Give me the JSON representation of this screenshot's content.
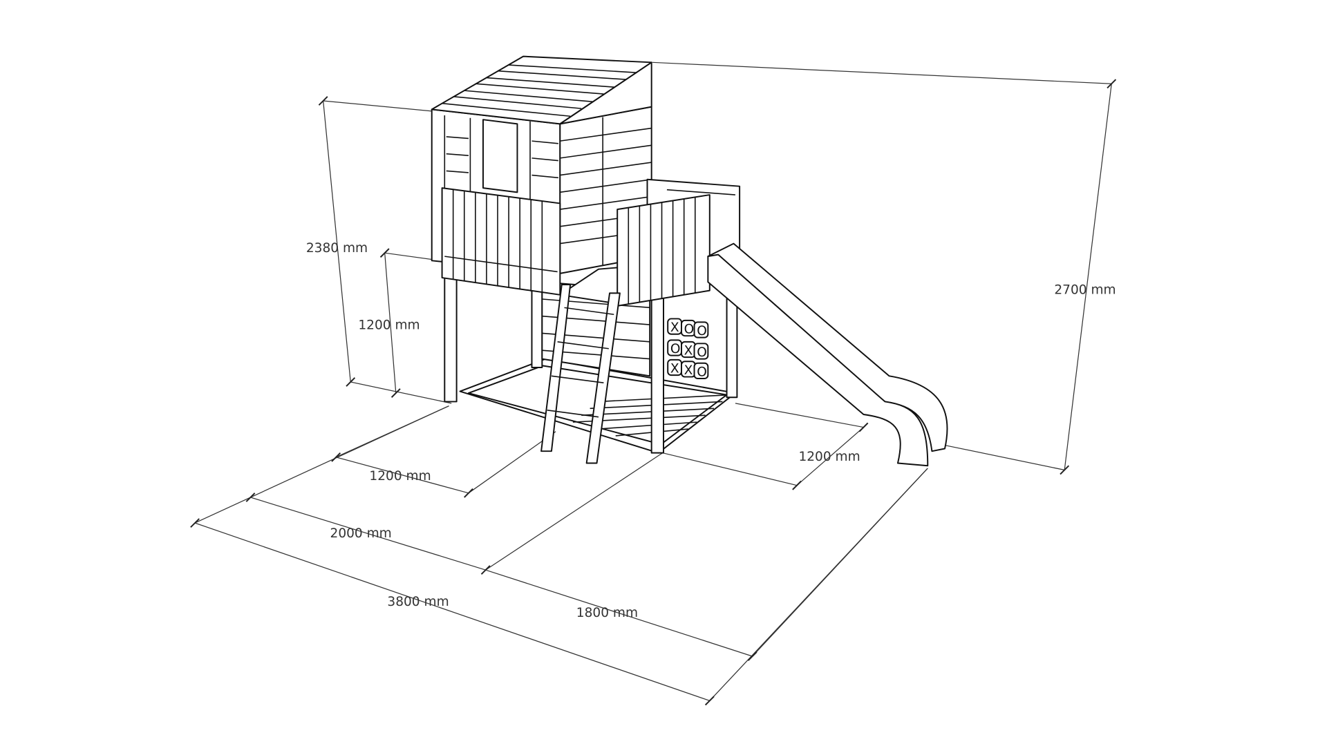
{
  "diagram": {
    "subject": "playhouse-with-slide",
    "dimensions": {
      "total_height": "2700 mm",
      "roof_height": "2380 mm",
      "platform_height": "1200 mm",
      "front_depth": "1200 mm",
      "slide_width_depth": "1200 mm",
      "tower_width": "2000 mm",
      "slide_length": "1800 mm",
      "total_length": "3800 mm"
    },
    "tic_tac_toe": [
      "X",
      "O",
      "O",
      "O",
      "X",
      "O",
      "X",
      "X",
      "O"
    ]
  }
}
